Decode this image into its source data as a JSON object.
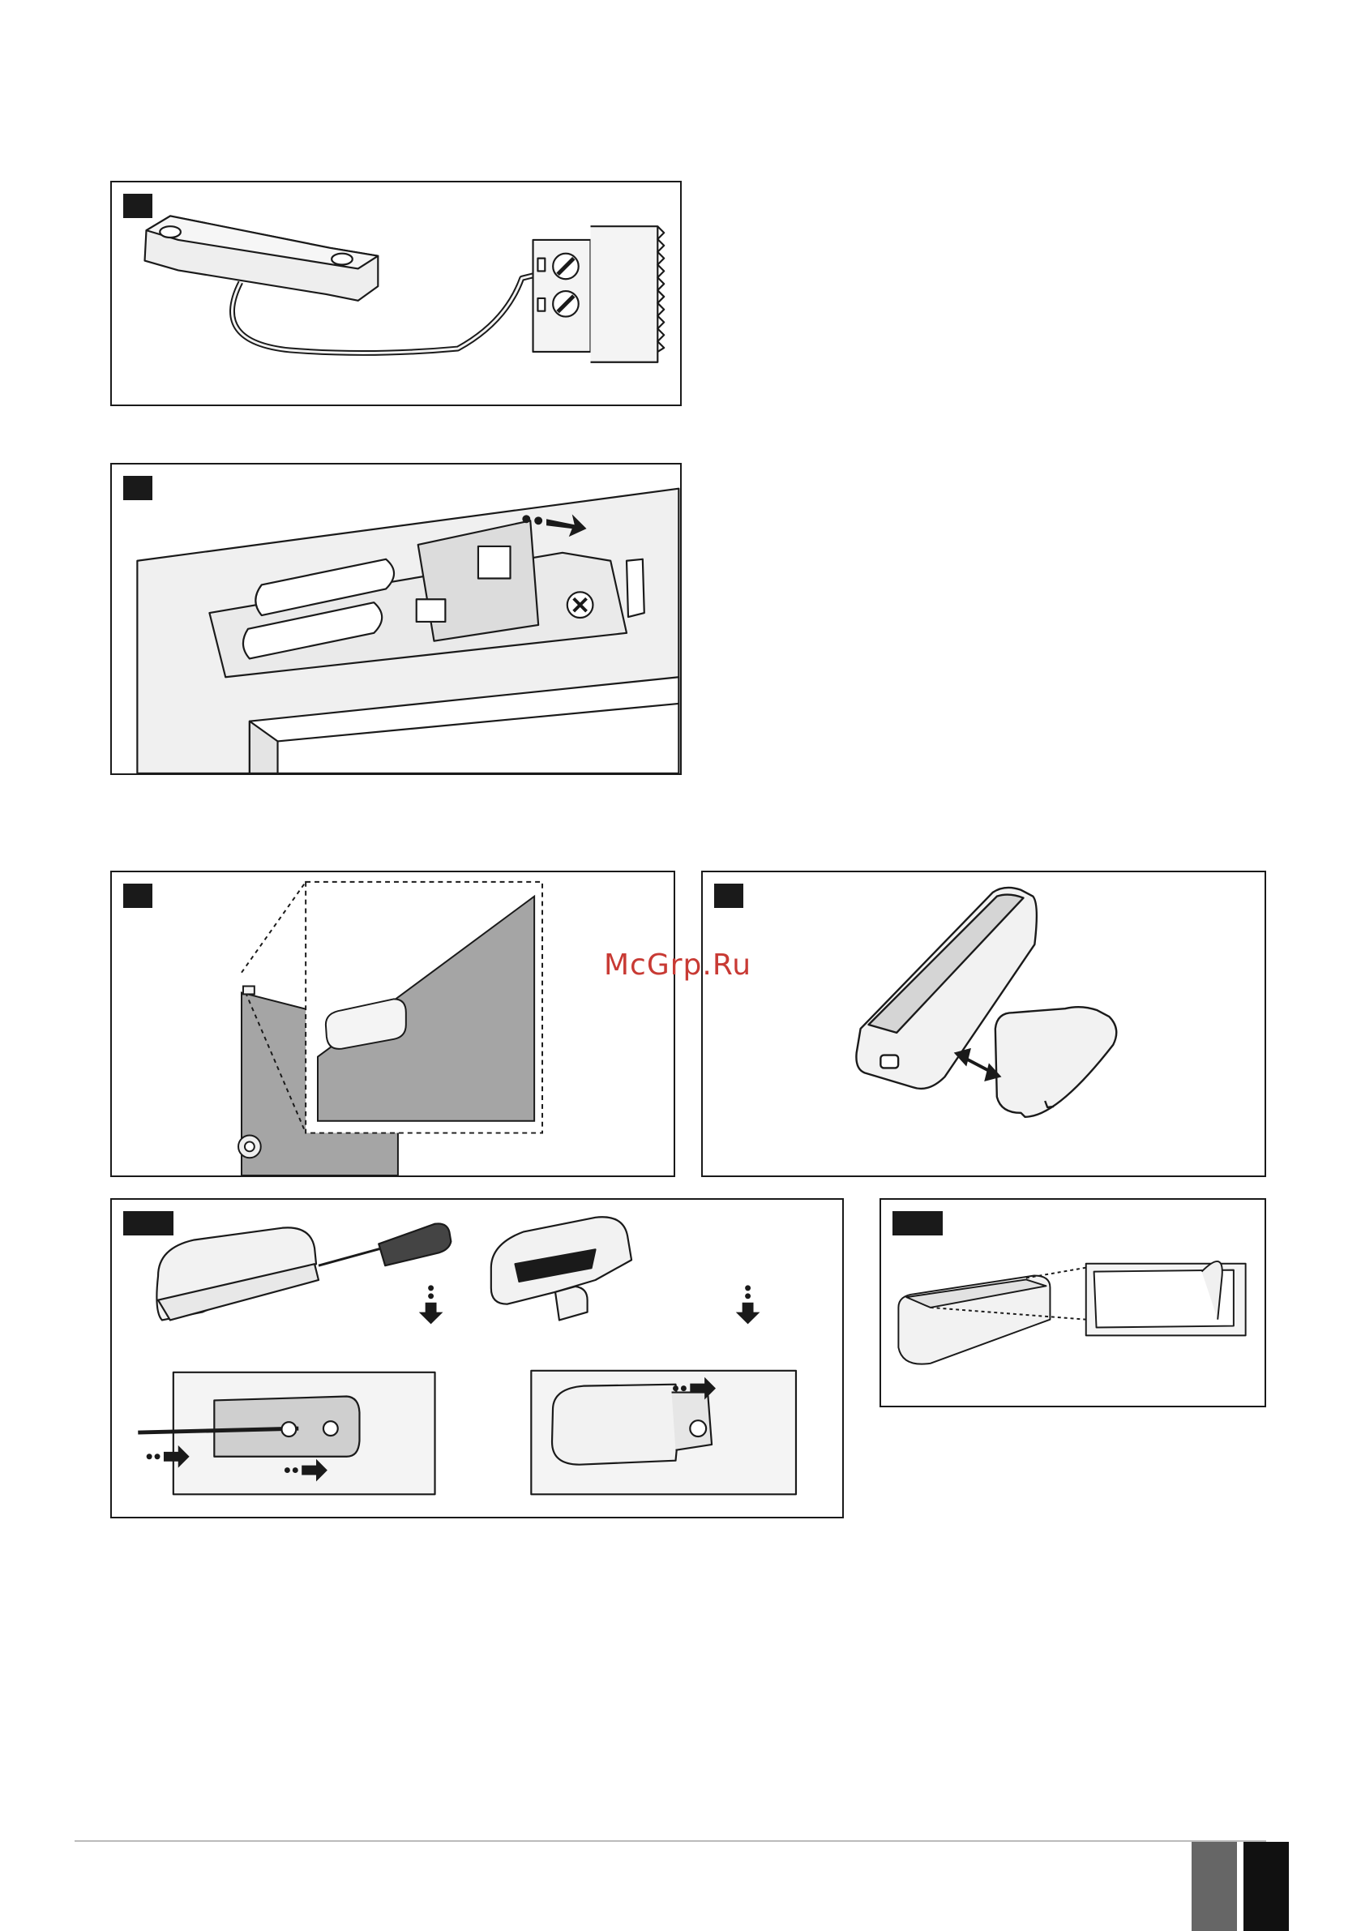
{
  "watermark": {
    "text": "McGrp.Ru",
    "color": "#c83a34"
  },
  "colors": {
    "frame": "#1a1a1a",
    "wall": "#a5a5a5",
    "device": "#eeeeee",
    "tab_grey": "#666666",
    "tab_black": "#111111"
  },
  "figures": [
    {
      "id": "wired-detector-terminal",
      "icon": "magnetic-contact-with-terminal-block"
    },
    {
      "id": "battery-board-slide",
      "icon": "battery-board-arrow"
    },
    {
      "id": "door-mount-detail",
      "icon": "door-frame-zoom"
    },
    {
      "id": "detector-magnet-gap",
      "icon": "detector-and-magnet"
    },
    {
      "id": "cover-open-screw-mount",
      "icon": "screwdriver-and-screws"
    },
    {
      "id": "adhesive-tape",
      "icon": "adhesive-tape-peel"
    }
  ]
}
